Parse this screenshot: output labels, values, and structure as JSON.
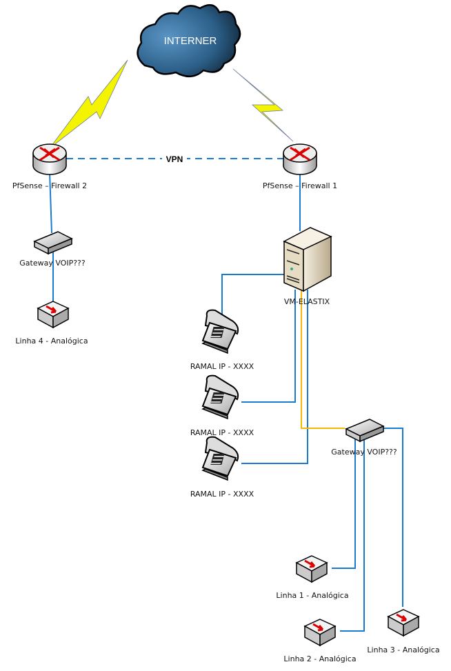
{
  "cloud": {
    "label": "INTERNER"
  },
  "vpn": {
    "label": "VPN"
  },
  "firewall2": {
    "label": "PfSense – Firewall 2"
  },
  "firewall1": {
    "label": "PfSense – Firewall 1"
  },
  "gateway_left": {
    "label": "Gateway VOIP???"
  },
  "linha4": {
    "label": "Linha 4 - Analógica"
  },
  "server": {
    "label": "VM-ELASTIX"
  },
  "phones": [
    {
      "label": "RAMAL IP - XXXX"
    },
    {
      "label": "RAMAL IP - XXXX"
    },
    {
      "label": "RAMAL IP - XXXX"
    }
  ],
  "gateway_right": {
    "label": "Gateway VOIP???"
  },
  "linha1": {
    "label": "Linha 1 - Analógica"
  },
  "linha2": {
    "label": "Linha 2 - Analógica"
  },
  "linha3": {
    "label": "Linha 3 - Analógica"
  },
  "colors": {
    "link": "#1a7ad0",
    "analog_link": "#f5b800",
    "lightning": "#f4f400",
    "cloud": "#2e6591"
  }
}
